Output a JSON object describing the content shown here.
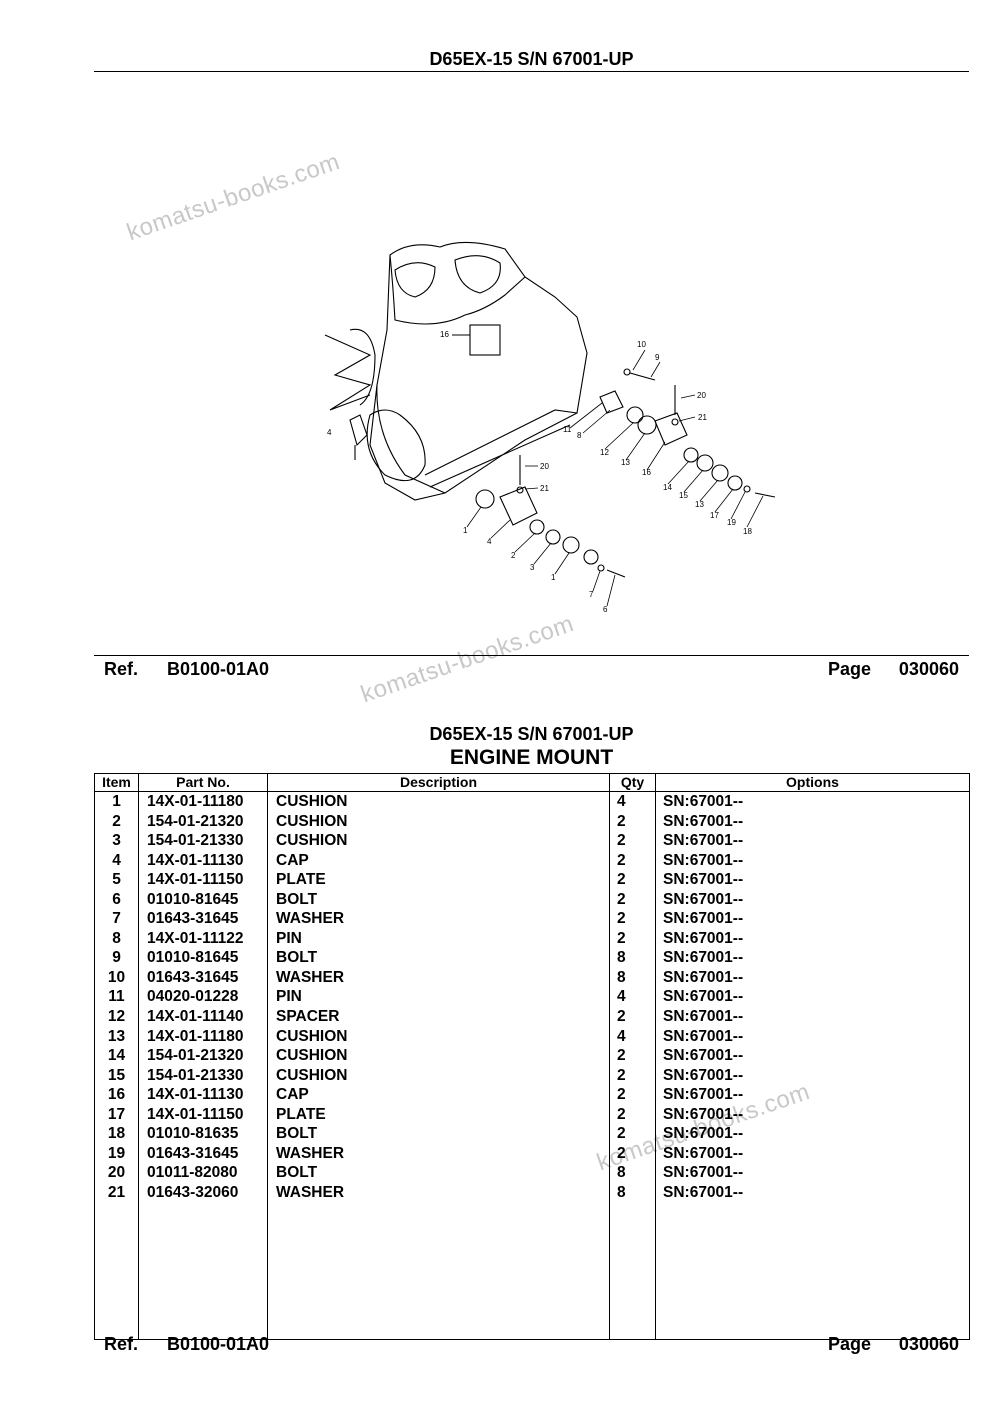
{
  "header": {
    "model": "D65EX-15 S/N 67001-UP"
  },
  "footer": {
    "ref_label": "Ref.",
    "ref_value": "B0100-01A0",
    "page_label": "Page",
    "page_value": "030060"
  },
  "watermark": {
    "text": "komatsu-books.com"
  },
  "diagram": {
    "callouts": [
      "16",
      "10",
      "9",
      "20",
      "21",
      "4",
      "11",
      "8",
      "12",
      "13",
      "16",
      "14",
      "15",
      "13",
      "17",
      "19",
      "18",
      "20",
      "21",
      "1",
      "4",
      "2",
      "3",
      "1",
      "7",
      "6"
    ]
  },
  "section": {
    "model": "D65EX-15 S/N 67001-UP",
    "title": "ENGINE MOUNT"
  },
  "table": {
    "headers": {
      "item": "Item",
      "part": "Part No.",
      "desc": "Description",
      "qty": "Qty",
      "opt": "Options"
    },
    "rows": [
      [
        "1",
        "14X-01-11180",
        "CUSHION",
        "4",
        "SN:67001--"
      ],
      [
        "2",
        "154-01-21320",
        "CUSHION",
        "2",
        "SN:67001--"
      ],
      [
        "3",
        "154-01-21330",
        "CUSHION",
        "2",
        "SN:67001--"
      ],
      [
        "4",
        "14X-01-11130",
        "CAP",
        "2",
        "SN:67001--"
      ],
      [
        "5",
        "14X-01-11150",
        "PLATE",
        "2",
        "SN:67001--"
      ],
      [
        "6",
        "01010-81645",
        "BOLT",
        "2",
        "SN:67001--"
      ],
      [
        "7",
        "01643-31645",
        "WASHER",
        "2",
        "SN:67001--"
      ],
      [
        "8",
        "14X-01-11122",
        "PIN",
        "2",
        "SN:67001--"
      ],
      [
        "9",
        "01010-81645",
        "BOLT",
        "8",
        "SN:67001--"
      ],
      [
        "10",
        "01643-31645",
        "WASHER",
        "8",
        "SN:67001--"
      ],
      [
        "11",
        "04020-01228",
        "PIN",
        "4",
        "SN:67001--"
      ],
      [
        "12",
        "14X-01-11140",
        "SPACER",
        "2",
        "SN:67001--"
      ],
      [
        "13",
        "14X-01-11180",
        "CUSHION",
        "4",
        "SN:67001--"
      ],
      [
        "14",
        "154-01-21320",
        "CUSHION",
        "2",
        "SN:67001--"
      ],
      [
        "15",
        "154-01-21330",
        "CUSHION",
        "2",
        "SN:67001--"
      ],
      [
        "16",
        "14X-01-11130",
        "CAP",
        "2",
        "SN:67001--"
      ],
      [
        "17",
        "14X-01-11150",
        "PLATE",
        "2",
        "SN:67001--"
      ],
      [
        "18",
        "01010-81635",
        "BOLT",
        "2",
        "SN:67001--"
      ],
      [
        "19",
        "01643-31645",
        "WASHER",
        "2",
        "SN:67001--"
      ],
      [
        "20",
        "01011-82080",
        "BOLT",
        "8",
        "SN:67001--"
      ],
      [
        "21",
        "01643-32060",
        "WASHER",
        "8",
        "SN:67001--"
      ]
    ]
  }
}
